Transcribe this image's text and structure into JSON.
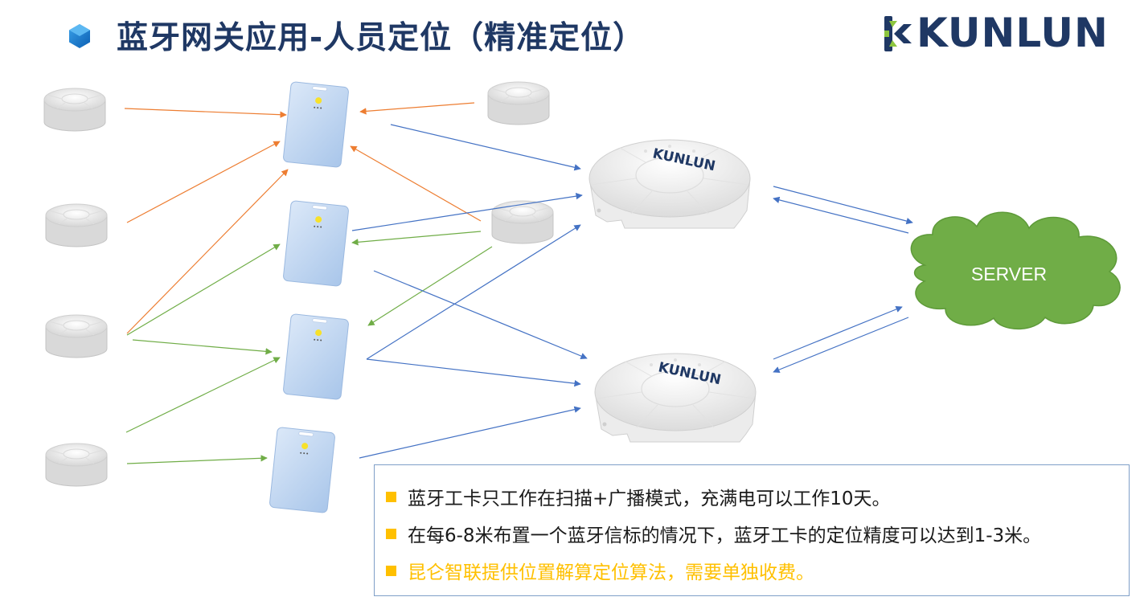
{
  "header": {
    "title": "蓝牙网关应用-人员定位（精准定位）",
    "logo_text": "KUNLUN"
  },
  "diagram": {
    "server_label": "SERVER",
    "gateway_logo_text": "KUNLUN"
  },
  "notes": [
    {
      "text": "蓝牙工卡只工作在扫描+广播模式，充满电可以工作10天。",
      "highlight": false
    },
    {
      "text": "在每6-8米布置一个蓝牙信标的情况下，蓝牙工卡的定位精度可以达到1-3米。",
      "highlight": false
    },
    {
      "text": "昆仑智联提供位置解算定位算法，需要单独收费。",
      "highlight": true
    }
  ],
  "colors": {
    "title": "#1f3864",
    "orange_arrow": "#ed7d31",
    "green_arrow": "#70ad47",
    "blue_arrow": "#4472c4",
    "cloud": "#70ad47",
    "bullet": "#ffc000"
  }
}
